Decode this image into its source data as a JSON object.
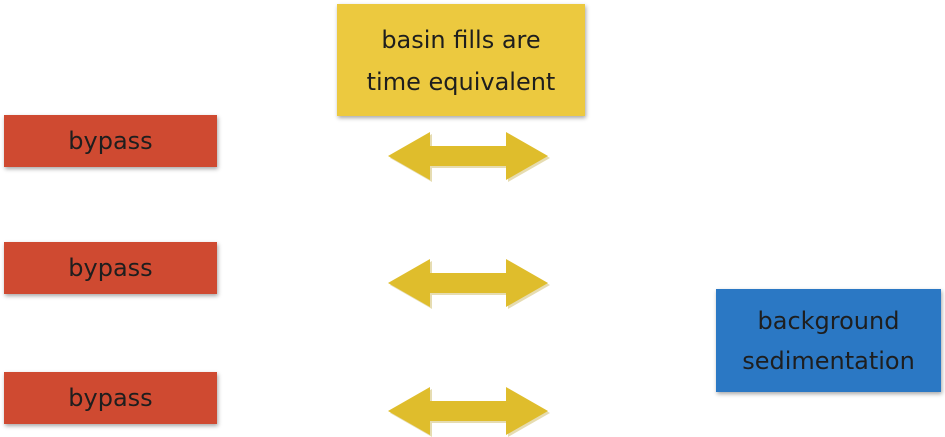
{
  "colors": {
    "title_box": "#ecc93f",
    "bypass_box": "#cf4a31",
    "background_box": "#2b78c4",
    "arrow": "#dfbd2c",
    "arrow_shadow": "#b79a20"
  },
  "header": {
    "line1": "basin fills are",
    "line2": "time equivalent"
  },
  "bypass_boxes": [
    {
      "label": "bypass"
    },
    {
      "label": "bypass"
    },
    {
      "label": "bypass"
    }
  ],
  "arrows": [
    {
      "icon": "double-headed-arrow-icon"
    },
    {
      "icon": "double-headed-arrow-icon"
    },
    {
      "icon": "double-headed-arrow-icon"
    }
  ],
  "background_box": {
    "line1": "background",
    "line2": "sedimentation"
  }
}
